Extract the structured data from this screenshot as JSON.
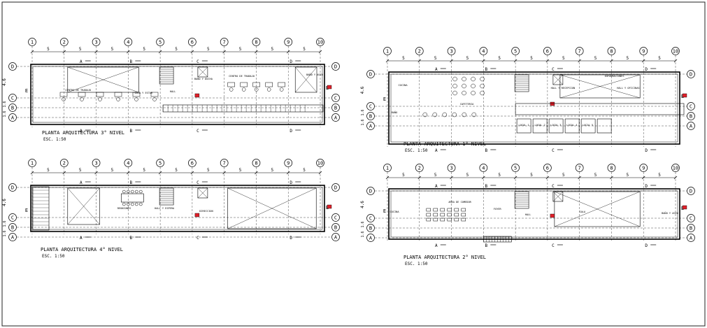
{
  "plans": [
    {
      "id": "plan-3",
      "title": "PLANTA ARQUITECTURA 3° NIVEL",
      "scale": "ESC. 1:50",
      "axes_numbers": [
        "1",
        "2",
        "3",
        "4",
        "5",
        "6",
        "7",
        "8",
        "9",
        "10"
      ],
      "axes_letters": [
        "A",
        "B",
        "C",
        "D",
        "E"
      ],
      "spans": [
        "5",
        "5",
        "5",
        "5",
        "5",
        "5",
        "5",
        "5",
        "5"
      ],
      "vertical_dims": [
        "4.6",
        "1.6",
        "1.6"
      ],
      "section_marks": [
        "A",
        "A",
        "B",
        "B",
        "C",
        "C",
        "D",
        "D"
      ],
      "rooms": [
        "CENTRO DE TRABAJO",
        "CENTRO DE TRABAJO",
        "HALL",
        "BAÑO Y DUCHA",
        "SALA Y ESTAR",
        "BAÑO Y ASEO"
      ]
    },
    {
      "id": "plan-1",
      "title": "PLANTA ARQUITECTURA 1° NIVEL",
      "scale": "ESC. 1:50",
      "axes_numbers": [
        "1",
        "2",
        "3",
        "4",
        "5",
        "6",
        "7",
        "8",
        "9",
        "10"
      ],
      "axes_letters": [
        "A",
        "B",
        "C",
        "D",
        "E"
      ],
      "spans": [
        "5",
        "5",
        "5",
        "5",
        "5",
        "5",
        "5",
        "5",
        "5"
      ],
      "vertical_dims": [
        "4.6",
        "1.6",
        "1.6"
      ],
      "section_marks": [
        "A",
        "A",
        "B",
        "B",
        "C",
        "C",
        "D",
        "D"
      ],
      "rooms": [
        "COCINA",
        "CAFETERIA",
        "HALL Y RECEPCION",
        "HALL Y OFICINAS",
        "INFORMACIONES",
        "LOCAL 1",
        "LOCAL 2",
        "LOCAL 3",
        "LOCAL 4",
        "LOCAL 5",
        "BAÑO"
      ]
    },
    {
      "id": "plan-4",
      "title": "PLANTA ARQUITECTURA 4° NIVEL",
      "scale": "ESC. 1:50",
      "axes_numbers": [
        "1",
        "2",
        "3",
        "4",
        "5",
        "6",
        "7",
        "8",
        "9",
        "10"
      ],
      "axes_letters": [
        "A",
        "B",
        "C",
        "D",
        "E"
      ],
      "spans": [
        "5",
        "5",
        "5",
        "5",
        "5",
        "5",
        "5",
        "5",
        "5"
      ],
      "vertical_dims": [
        "4.6",
        "1.6",
        "1.6"
      ],
      "section_marks": [
        "A",
        "A",
        "B",
        "B",
        "C",
        "C",
        "D",
        "D"
      ],
      "rooms": [
        "REUNIONES",
        "HALL Y ESPERA",
        "DIRECCION"
      ]
    },
    {
      "id": "plan-2",
      "title": "PLANTA ARQUITECTURA 2° NIVEL",
      "scale": "ESC. 1:50",
      "axes_numbers": [
        "1",
        "2",
        "3",
        "4",
        "5",
        "6",
        "7",
        "8",
        "9",
        "10"
      ],
      "axes_letters": [
        "A",
        "B",
        "C",
        "D",
        "E"
      ],
      "spans": [
        "5",
        "5",
        "5",
        "5",
        "5",
        "5",
        "5",
        "5",
        "5"
      ],
      "vertical_dims": [
        "4.6",
        "1.6",
        "1.6"
      ],
      "section_marks": [
        "A",
        "A",
        "B",
        "B",
        "C",
        "C",
        "D",
        "D"
      ],
      "rooms": [
        "COCINA",
        "AREA DE COMEDOR",
        "FOYER",
        "HALL",
        "SALA",
        "BAÑO Y ASEO"
      ]
    }
  ]
}
